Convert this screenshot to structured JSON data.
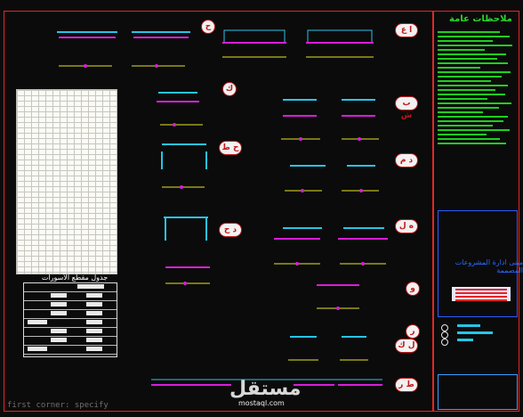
{
  "notes": {
    "title": "ملاحظات عامة"
  },
  "bubbles": [
    {
      "label": "ا ع"
    },
    {
      "label": "ح"
    },
    {
      "label": "ك"
    },
    {
      "label": "ب ش"
    },
    {
      "label": "ح ط"
    },
    {
      "label": "د م"
    },
    {
      "label": "د ح"
    },
    {
      "label": "ه ل"
    },
    {
      "label": "و"
    },
    {
      "label": "ر"
    },
    {
      "label": "ل ك"
    },
    {
      "label": "ط ر"
    }
  ],
  "schedule": {
    "title": "جدول مقطع الأسورات"
  },
  "title_block": {
    "project_title": "مبنى ادارة المشروعات المصممة"
  },
  "footer": {
    "path_text": "first corner: specify",
    "watermark": "مستقل",
    "watermark_sub": "mostaql.com"
  },
  "colors": {
    "background": "#0b0b0b",
    "frame": "#e0282a",
    "beam": "#d81ed8",
    "slab": "#27c5e8",
    "dim": "#e8e620",
    "notes": "#2bd92b"
  }
}
